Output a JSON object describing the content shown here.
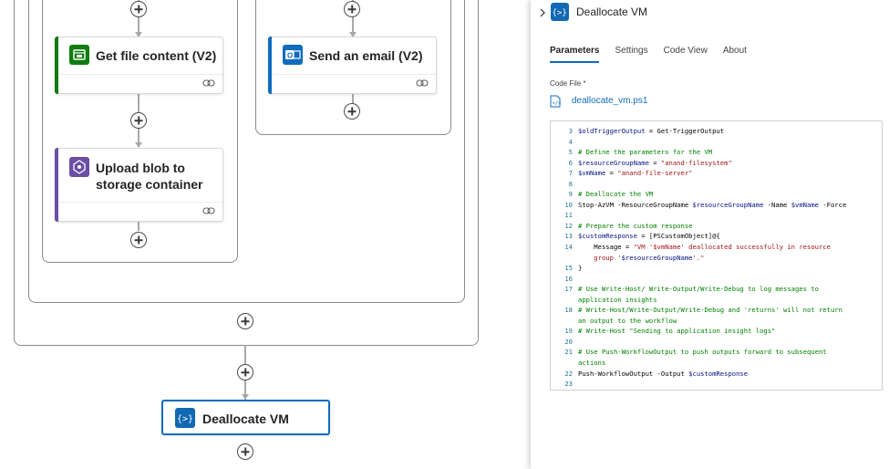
{
  "canvas": {
    "actions": [
      {
        "title": "Get file content (V2)",
        "color": "#107c10"
      },
      {
        "title": "Upload blob to storage container",
        "color": "#6b4ea5"
      },
      {
        "title": "Send an email (V2)",
        "color": "#0f6cbd"
      },
      {
        "title": "Deallocate VM",
        "color": "#1269b3"
      }
    ],
    "icons": {
      "file": "file-content-icon",
      "blob": "blob-storage-icon",
      "outlook": "outlook-icon",
      "code": "inline-code-icon",
      "link": "link-icon",
      "add": "add-step-icon"
    }
  },
  "panel": {
    "title": "Deallocate VM",
    "tabs": [
      "Parameters",
      "Settings",
      "Code View",
      "About"
    ],
    "active_tab": "Parameters",
    "code_file_label": "Code File *",
    "code_file_name": "deallocate_vm.ps1",
    "code_lines": [
      {
        "n": "3",
        "t": "$oldTriggerOutput = Get-TriggerOutput"
      },
      {
        "n": "4",
        "t": ""
      },
      {
        "n": "5",
        "t": "# Define the parameters for the VM"
      },
      {
        "n": "6",
        "t": "$resourceGroupName = \"anand-filesystem\""
      },
      {
        "n": "7",
        "t": "$vmName = \"anand-file-server\""
      },
      {
        "n": "8",
        "t": ""
      },
      {
        "n": "9",
        "t": "# Deallocate the VM"
      },
      {
        "n": "10",
        "t": "Stop-AzVM -ResourceGroupName $resourceGroupName -Name $vmName -Force"
      },
      {
        "n": "11",
        "t": ""
      },
      {
        "n": "12",
        "t": "# Prepare the custom response"
      },
      {
        "n": "13",
        "t": "$customResponse = [PSCustomObject]@{"
      },
      {
        "n": "14",
        "t": "    Message = \"VM '$vmName' deallocated successfully in resource"
      },
      {
        "n": "",
        "t": "    group '$resourceGroupName'.\""
      },
      {
        "n": "15",
        "t": "}"
      },
      {
        "n": "16",
        "t": ""
      },
      {
        "n": "17",
        "t": "# Use Write-Host/ Write-Output/Write-Debug to log messages to"
      },
      {
        "n": "",
        "t": "application insights"
      },
      {
        "n": "18",
        "t": "# Write-Host/Write-Output/Write-Debug and 'returns' will not return"
      },
      {
        "n": "",
        "t": "an output to the workflow"
      },
      {
        "n": "19",
        "t": "# Write-Host \"Sending to application insight logs\""
      },
      {
        "n": "20",
        "t": ""
      },
      {
        "n": "21",
        "t": "# Use Push-WorkflowOutput to push outputs forward to subsequent"
      },
      {
        "n": "",
        "t": "actions"
      },
      {
        "n": "22",
        "t": "Push-WorkflowOutput -Output $customResponse"
      },
      {
        "n": "23",
        "t": ""
      }
    ]
  }
}
